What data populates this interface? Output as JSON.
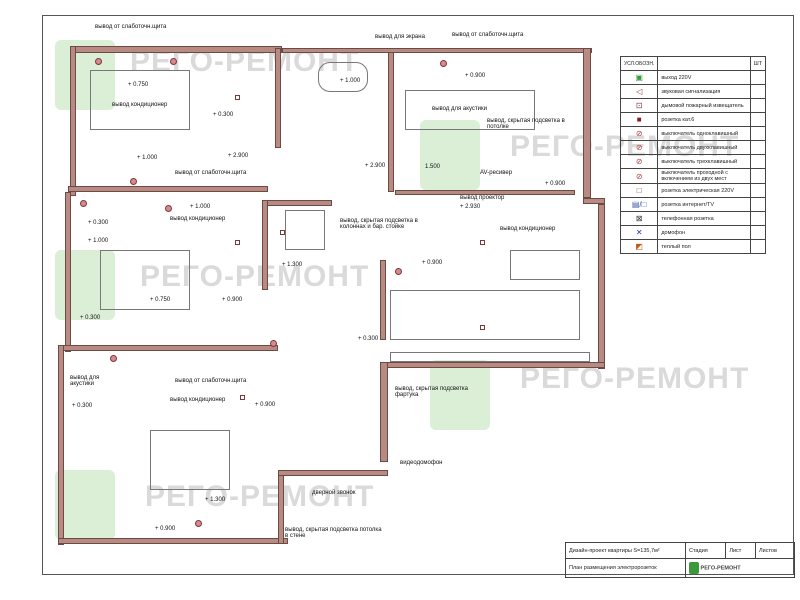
{
  "watermark": "РЕГО-РЕМОНТ",
  "plan_labels": {
    "weak1": "вывод от слаботочн.щита",
    "h750a": "+ 0.750",
    "cond1": "вывод кондиционер",
    "h300a": "+ 0.300",
    "h2900a": "+ 2.900",
    "h1000a": "+ 1.000",
    "screen": "вывод для экрана",
    "weak2": "вывод от слаботочн.щита",
    "h1000b": "+ 1.000",
    "h900a": "+ 0.900",
    "acoustic1": "вывод для акустики",
    "ceiling": "вывод, скрытая подсветка в потолке",
    "h2900b": "+ 2.900",
    "av": "AV-ресивер",
    "h1500": "1.500",
    "projector": "вывод проектор",
    "h2930": "+ 2.930",
    "h900b": "+ 0.900",
    "weak3": "вывод от слаботочн.щита",
    "h1000c": "+ 1.000",
    "cond2": "вывод кондиционер",
    "h300b": "+ 0.300",
    "h1000d": "+ 1.000",
    "columns": "вывод, скрытая подсветка в колоннах и бар. стойке",
    "cond3": "вывод кондиционер",
    "h1300": "+ 1.300",
    "h900c": "+ 0.900",
    "h750b": "+ 0.750",
    "h900d": "+ 0.900",
    "h300c": "+ 0.300",
    "h300d": "+ 0.300",
    "acoustic2": "вывод для акустики",
    "weak4": "вывод от слаботочн.щита",
    "cond4": "вывод кондиционер",
    "h300e": "+ 0.300",
    "h900e": "+ 0.900",
    "apron": "вывод, скрытая подсветка фартука",
    "videophone": "видеодомофон",
    "doorbell": "дверной звонок",
    "h1300b": "+ 1.300",
    "h900f": "+ 0.900",
    "wallceiling": "вывод, скрытая подсветка потолка в стене"
  },
  "legend": {
    "header_symbol": "УСЛ.ОБОЗН.",
    "header_qty": "ШТ",
    "items": [
      {
        "icon": "outlet-220v-icon",
        "glyph": "▣",
        "color": "#3a9a3a",
        "label": "выход 220V"
      },
      {
        "icon": "speaker-icon",
        "glyph": "◁",
        "color": "#7a3a3a",
        "label": "звуковая сигнализация"
      },
      {
        "icon": "smoke-detector-icon",
        "glyph": "⊡",
        "color": "#7a3a3a",
        "label": "дымовой пожарный извещатель"
      },
      {
        "icon": "cat6-socket-icon",
        "glyph": "■",
        "color": "#8b1a1a",
        "label": "розетка кат.6"
      },
      {
        "icon": "switch-single-icon",
        "glyph": "⊘",
        "color": "#b04040",
        "label": "выключатель одноклавишный"
      },
      {
        "icon": "switch-double-icon",
        "glyph": "⊘",
        "color": "#b04040",
        "label": "выключатель двухклавишный"
      },
      {
        "icon": "switch-triple-icon",
        "glyph": "⊘",
        "color": "#b04040",
        "label": "выключатель трехклавишный"
      },
      {
        "icon": "switch-passthrough-icon",
        "glyph": "⊘",
        "color": "#b04040",
        "label": "выключатель проходной с включением из двух мест"
      },
      {
        "icon": "socket-220v-icon",
        "glyph": "□",
        "color": "#7a3a3a",
        "label": "розетка электрическая 220V"
      },
      {
        "icon": "internet-tv-socket-icon",
        "glyph": "▤/□",
        "color": "#3a5aa0",
        "label": "розетка интернет/TV"
      },
      {
        "icon": "phone-socket-icon",
        "glyph": "⊠",
        "color": "#333",
        "label": "телефонная розетка"
      },
      {
        "icon": "intercom-icon",
        "glyph": "✕",
        "color": "#2a3aa0",
        "label": "домофон"
      },
      {
        "icon": "floor-heating-icon",
        "glyph": "◩",
        "color": "#c05a10",
        "label": "теплый пол"
      }
    ]
  },
  "title_block": {
    "project": "Дизайн-проект квартиры S=135,7м²",
    "stage": "Стадия",
    "sheet": "Лист",
    "sheets": "Листов",
    "drawing": "План размещения электророзеток",
    "logo": "РЕГО-РЕМОНТ"
  }
}
